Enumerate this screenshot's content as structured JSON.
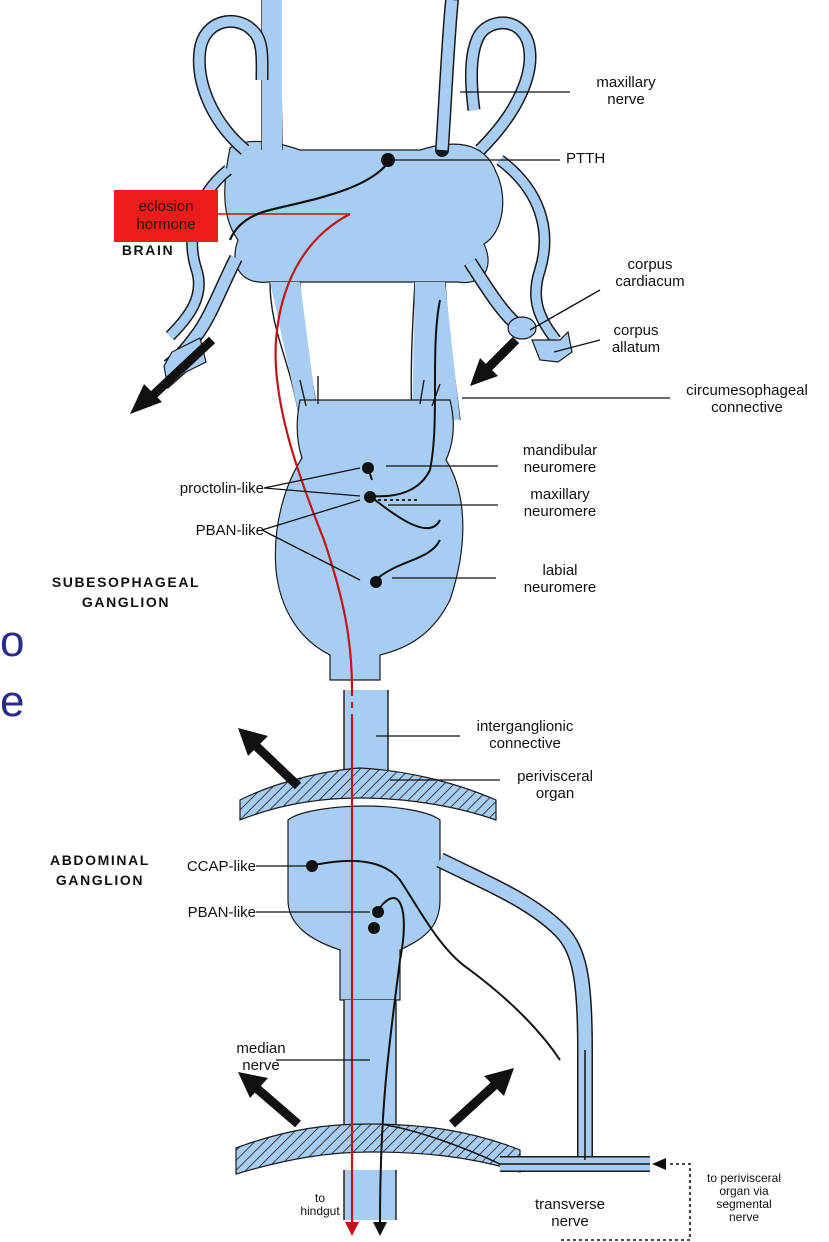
{
  "regions": {
    "brain": "BRAIN",
    "subesophageal": [
      "SUBESOPHAGEAL",
      "GANGLION"
    ],
    "abdominal": [
      "ABDOMINAL",
      "GANGLION"
    ]
  },
  "labels": {
    "maxillary_nerve": [
      "maxillary",
      "nerve"
    ],
    "ptth": "PTTH",
    "eclosion_hormone": [
      "eclosion",
      "hormone"
    ],
    "corpus_cardiacum": [
      "corpus",
      "cardiacum"
    ],
    "corpus_allatum": [
      "corpus",
      "allatum"
    ],
    "circumesophageal_connective": [
      "circumesophageal",
      "connective"
    ],
    "mandibular_neuromere": [
      "mandibular",
      "neuromere"
    ],
    "maxillary_neuromere": [
      "maxillary",
      "neuromere"
    ],
    "labial_neuromere": [
      "labial",
      "neuromere"
    ],
    "proctolin_like": "proctolin-like",
    "pban_like_seg": "PBAN-like",
    "interganglionic_connective": [
      "interganglionic",
      "connective"
    ],
    "perivisceral_organ": [
      "perivisceral",
      "organ"
    ],
    "ccap_like": "CCAP-like",
    "pban_like_abd": "PBAN-like",
    "median_nerve": [
      "median",
      "nerve"
    ],
    "to_hindgut": [
      "to",
      "hindgut"
    ],
    "transverse_nerve": [
      "transverse",
      "nerve"
    ],
    "to_perivisceral_via_segmental": [
      "to perivisceral",
      "organ via",
      "segmental",
      "nerve"
    ]
  },
  "stray_text": [
    "o",
    "e"
  ],
  "colors": {
    "tissue": "#a8cdf2",
    "tissue_outline": "#1a1a1a",
    "hatch": "#1a1a1a",
    "red_pathway": "#c0141a",
    "eclosion_box": "#ec1c1c",
    "stray_text": "#2a2a8c"
  }
}
